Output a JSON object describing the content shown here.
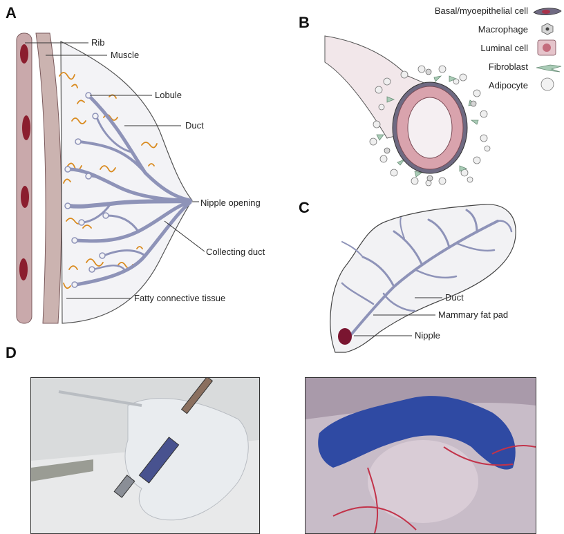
{
  "panels": {
    "a": "A",
    "b": "B",
    "c": "C",
    "d": "D"
  },
  "panel_a": {
    "labels": {
      "rib": "Rib",
      "muscle": "Muscle",
      "lobule": "Lobule",
      "duct": "Duct",
      "nipple_opening": "Nipple opening",
      "collecting_duct": "Collecting duct",
      "fatty_tissue": "Fatty connective tissue"
    }
  },
  "panel_b": {
    "legend": [
      {
        "label": "Basal/myoepithelial cell",
        "icon": "basal-cell-icon"
      },
      {
        "label": "Macrophage",
        "icon": "macrophage-icon"
      },
      {
        "label": "Luminal cell",
        "icon": "luminal-cell-icon"
      },
      {
        "label": "Fibroblast",
        "icon": "fibroblast-icon"
      },
      {
        "label": "Adipocyte",
        "icon": "adipocyte-icon"
      }
    ]
  },
  "panel_c": {
    "labels": {
      "duct": "Duct",
      "fat_pad": "Mammary fat pad",
      "nipple": "Nipple"
    }
  },
  "colors": {
    "duct": "#8e93b8",
    "skin_fill": "#f1f1f4",
    "rib": "#c9a9ab",
    "rib_core": "#8b1e2e",
    "fat": "#d98a1e",
    "luminal": "#d9a3ad",
    "fibroblast": "#a9cbb6",
    "dye": "#2f4aa3"
  }
}
